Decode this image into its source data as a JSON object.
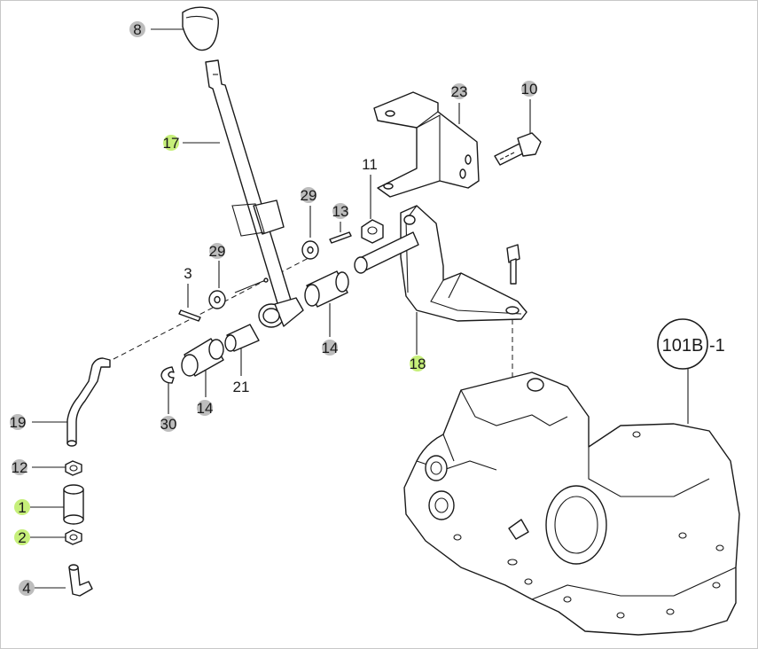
{
  "colors": {
    "highlight_gray": "#bdbdbd",
    "highlight_green": "#c6ef7a",
    "line": "#1a1a1a"
  },
  "callouts": [
    {
      "id": "c8",
      "text": "8",
      "hl": "gray"
    },
    {
      "id": "c17",
      "text": "17",
      "hl": "green"
    },
    {
      "id": "c23",
      "text": "23",
      "hl": "gray"
    },
    {
      "id": "c10",
      "text": "10",
      "hl": "gray"
    },
    {
      "id": "c11",
      "text": "11",
      "hl": "none"
    },
    {
      "id": "c29a",
      "text": "29",
      "hl": "gray"
    },
    {
      "id": "c13",
      "text": "13",
      "hl": "gray"
    },
    {
      "id": "c29b",
      "text": "29",
      "hl": "gray"
    },
    {
      "id": "c3",
      "text": "3",
      "hl": "none"
    },
    {
      "id": "c14a",
      "text": "14",
      "hl": "gray"
    },
    {
      "id": "c18",
      "text": "18",
      "hl": "green"
    },
    {
      "id": "c21",
      "text": "21",
      "hl": "none"
    },
    {
      "id": "c14b",
      "text": "14",
      "hl": "gray"
    },
    {
      "id": "c30",
      "text": "30",
      "hl": "gray"
    },
    {
      "id": "c19",
      "text": "19",
      "hl": "gray"
    },
    {
      "id": "c12",
      "text": "12",
      "hl": "gray"
    },
    {
      "id": "c1",
      "text": "1",
      "hl": "green"
    },
    {
      "id": "c2",
      "text": "2",
      "hl": "green"
    },
    {
      "id": "c4",
      "text": "4",
      "hl": "gray"
    }
  ],
  "reference": {
    "code": "101B",
    "suffix": "-1"
  }
}
